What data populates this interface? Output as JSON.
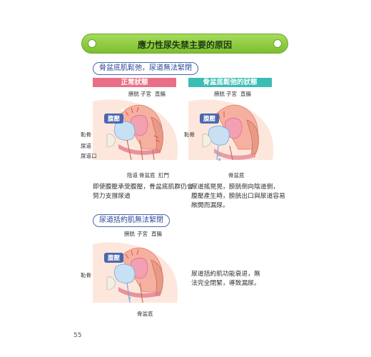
{
  "title": "應力性尿失禁主要的原因",
  "section1": {
    "heading": "骨盆底肌鬆弛，尿道無法緊閉",
    "normal": {
      "state_label": "正常狀態",
      "top_labels": [
        "膀胱",
        "子宮",
        "直腸"
      ],
      "pressure": "腹壓",
      "side_labels": [
        "恥骨",
        "尿道",
        "尿道口"
      ],
      "bottom_labels": [
        "陰道",
        "骨盆底",
        "肛門"
      ],
      "description": [
        "即使腹壓承受腹壓，骨盆底肌群仍會",
        "努力支撐尿道"
      ]
    },
    "relaxed": {
      "state_label": "骨盆底鬆弛的狀態",
      "top_labels": [
        "膀胱",
        "子宮",
        "直腸"
      ],
      "pressure": "腹壓",
      "side_labels": [
        "恥骨"
      ],
      "bottom_labels": [
        "骨盆底"
      ],
      "description": [
        "尿道搖晃晃，膀胱倒向陰道側，",
        "腹壓產生時，膀胱出口與尿道容易",
        "敞開而漏尿。"
      ]
    }
  },
  "section2": {
    "heading": "尿道括約肌無法緊閉",
    "top_labels": [
      "膀胱",
      "子宮",
      "直腸"
    ],
    "pressure": "腹壓",
    "side_labels": [
      "恥骨"
    ],
    "bottom_labels": [
      "骨盆底"
    ],
    "description": [
      "尿道括約肌功能衰退，無",
      "法完全閉緊，導致漏尿。"
    ]
  },
  "page_number": "55"
}
